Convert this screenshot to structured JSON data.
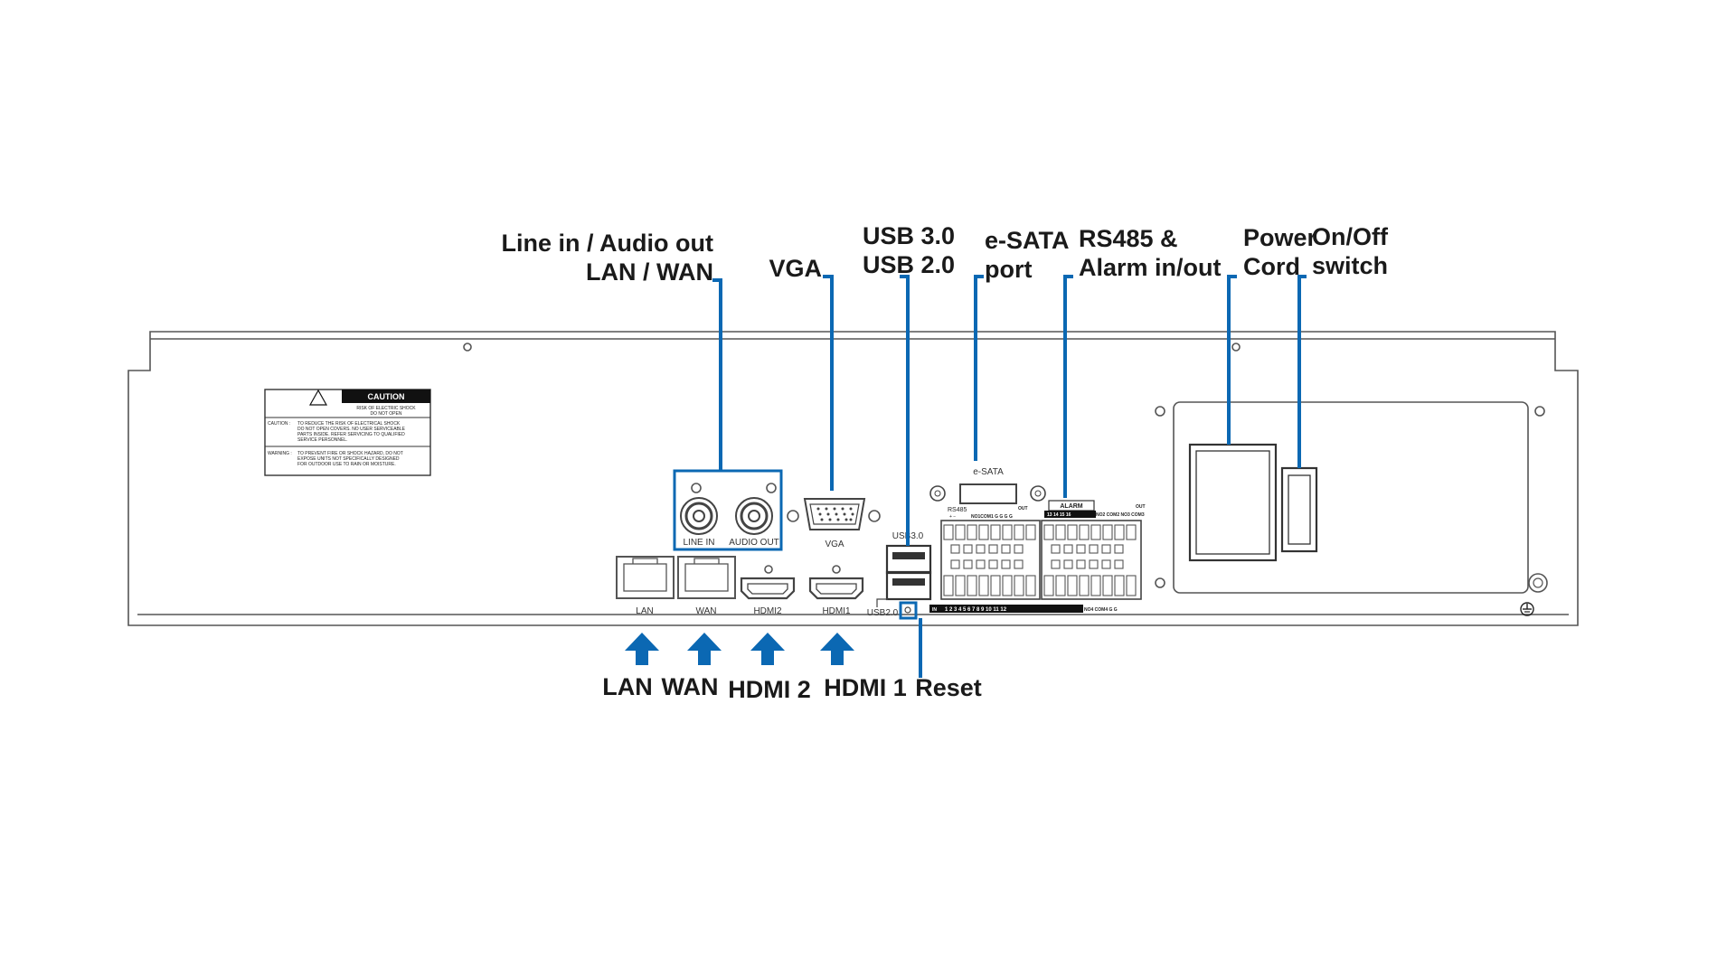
{
  "callouts": {
    "audio_lan_line1": "Line in / Audio out",
    "audio_lan_line2": "LAN / WAN",
    "vga": "VGA",
    "usb_line1": "USB 3.0",
    "usb_line2": "USB 2.0",
    "esata_line1": "e-SATA",
    "esata_line2": "port",
    "rs485_line1": "RS485 &",
    "rs485_line2": "Alarm in/out",
    "power_line1": "Power",
    "power_line2": "Cord",
    "switch_line1": "On/Off",
    "switch_line2": "switch",
    "lan": "LAN",
    "wan": "WAN",
    "hdmi2": "HDMI 2",
    "hdmi1": "HDMI 1",
    "reset": "Reset"
  },
  "panel": {
    "caution_title": "CAUTION",
    "caution_sub1": "RISK OF ELECTRIC SHOCK",
    "caution_sub2": "DO NOT OPEN",
    "caution_label": "CAUTION :",
    "caution_text1": "TO REDUCE THE RISK OF ELECTRICAL SHOCK",
    "caution_text2": "DO NOT OPEN COVERS. NO USER SERVICEABLE",
    "caution_text3": "PARTS INSIDE. REFER SERVICING TO QUALIFIED",
    "caution_text4": "SERVICE PERSONNEL.",
    "warning_label": "WARNING :",
    "warning_text1": "TO PREVENT FIRE OR SHOCK HAZARD, DO NOT",
    "warning_text2": "EXPOSE UNITS NOT SPECIFICALLY DESIGNED",
    "warning_text3": "FOR OUTDOOR USE TO RAIN OR MOISTURE.",
    "line_in": "LINE IN",
    "audio_out": "AUDIO OUT",
    "vga": "VGA",
    "lan": "LAN",
    "wan": "WAN",
    "hdmi2": "HDMI2",
    "hdmi1": "HDMI1",
    "usb3": "USB3.0",
    "usb2": "USB2.0",
    "esata": "e-SATA",
    "rs485": "RS485",
    "rs485_pins": "+   −",
    "alarm": "ALARM",
    "out_left": "OUT",
    "out_right": "OUT",
    "top_row_left": "NO1COM1  G   G  G  G",
    "top_row_right": "NO2 COM2  NO3 COM3",
    "alarm_in_nums": "13  14  15  16",
    "in_label": "IN",
    "bottom_nums": "1  2  3  4  5  6  7  8  9  10  11  12",
    "bottom_right": "NO4 COM4   G    G"
  },
  "colors": {
    "leader": "#0b68b3",
    "panel_outline": "#555555"
  }
}
